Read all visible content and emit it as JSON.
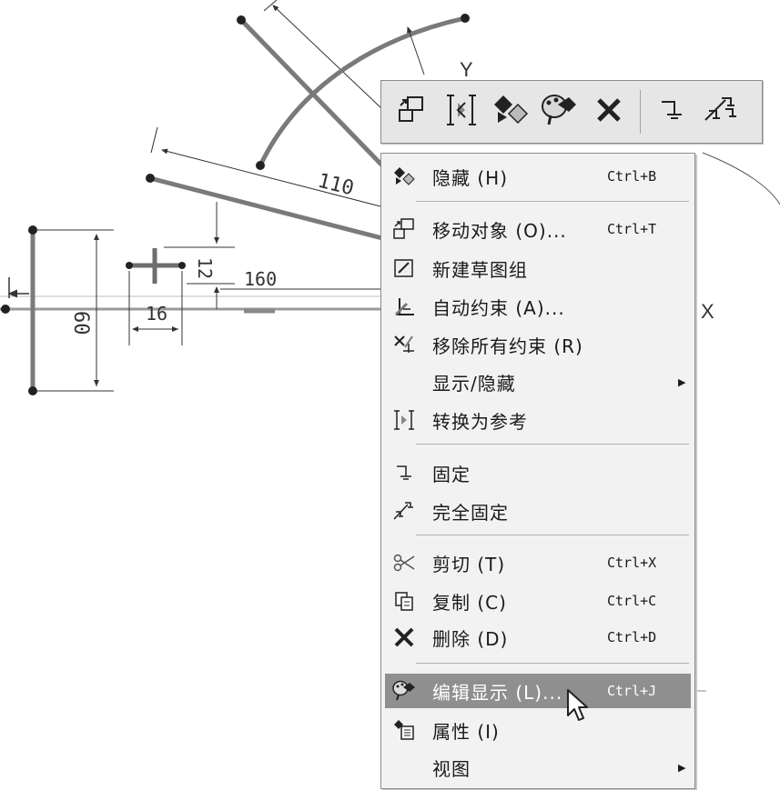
{
  "drawing": {
    "dimensions": [
      "110",
      "12",
      "160",
      "16",
      "60"
    ],
    "axis_labels": {
      "x": "X",
      "y": "Y"
    }
  },
  "toolbar": {
    "icons": [
      "move-object-icon",
      "convert-to-reference-icon",
      "hide-icon",
      "edit-display-icon",
      "delete-icon",
      "fix-icon",
      "fully-fix-icon"
    ]
  },
  "menu": {
    "items": [
      {
        "label": "隐藏 (H)",
        "shortcut": "Ctrl+B",
        "icon": "hide-icon"
      },
      {
        "label": "移动对象 (O)...",
        "shortcut": "Ctrl+T",
        "icon": "move-object-icon"
      },
      {
        "label": "新建草图组",
        "shortcut": "",
        "icon": "new-sketch-group-icon"
      },
      {
        "label": "自动约束 (A)...",
        "shortcut": "",
        "icon": "auto-constrain-icon"
      },
      {
        "label": "移除所有约束 (R)",
        "shortcut": "",
        "icon": "remove-constraints-icon"
      },
      {
        "label": "显示/隐藏",
        "shortcut": "",
        "icon": "",
        "submenu": true
      },
      {
        "label": "转换为参考",
        "shortcut": "",
        "icon": "convert-to-reference-icon"
      },
      {
        "label": "固定",
        "shortcut": "",
        "icon": "fix-icon"
      },
      {
        "label": "完全固定",
        "shortcut": "",
        "icon": "fully-fix-icon"
      },
      {
        "label": "剪切 (T)",
        "shortcut": "Ctrl+X",
        "icon": "cut-icon"
      },
      {
        "label": "复制 (C)",
        "shortcut": "Ctrl+C",
        "icon": "copy-icon"
      },
      {
        "label": "删除 (D)",
        "shortcut": "Ctrl+D",
        "icon": "delete-icon"
      },
      {
        "label": "编辑显示 (L)...",
        "shortcut": "Ctrl+J",
        "icon": "edit-display-icon",
        "highlighted": true
      },
      {
        "label": "属性 (I)",
        "shortcut": "",
        "icon": "properties-icon"
      },
      {
        "label": "视图",
        "shortcut": "",
        "icon": "",
        "submenu": true
      }
    ]
  },
  "colors": {
    "highlight": "#8f8f8f",
    "menu_bg": "#f2f2f2",
    "sketch_line": "#7a7a7a"
  }
}
